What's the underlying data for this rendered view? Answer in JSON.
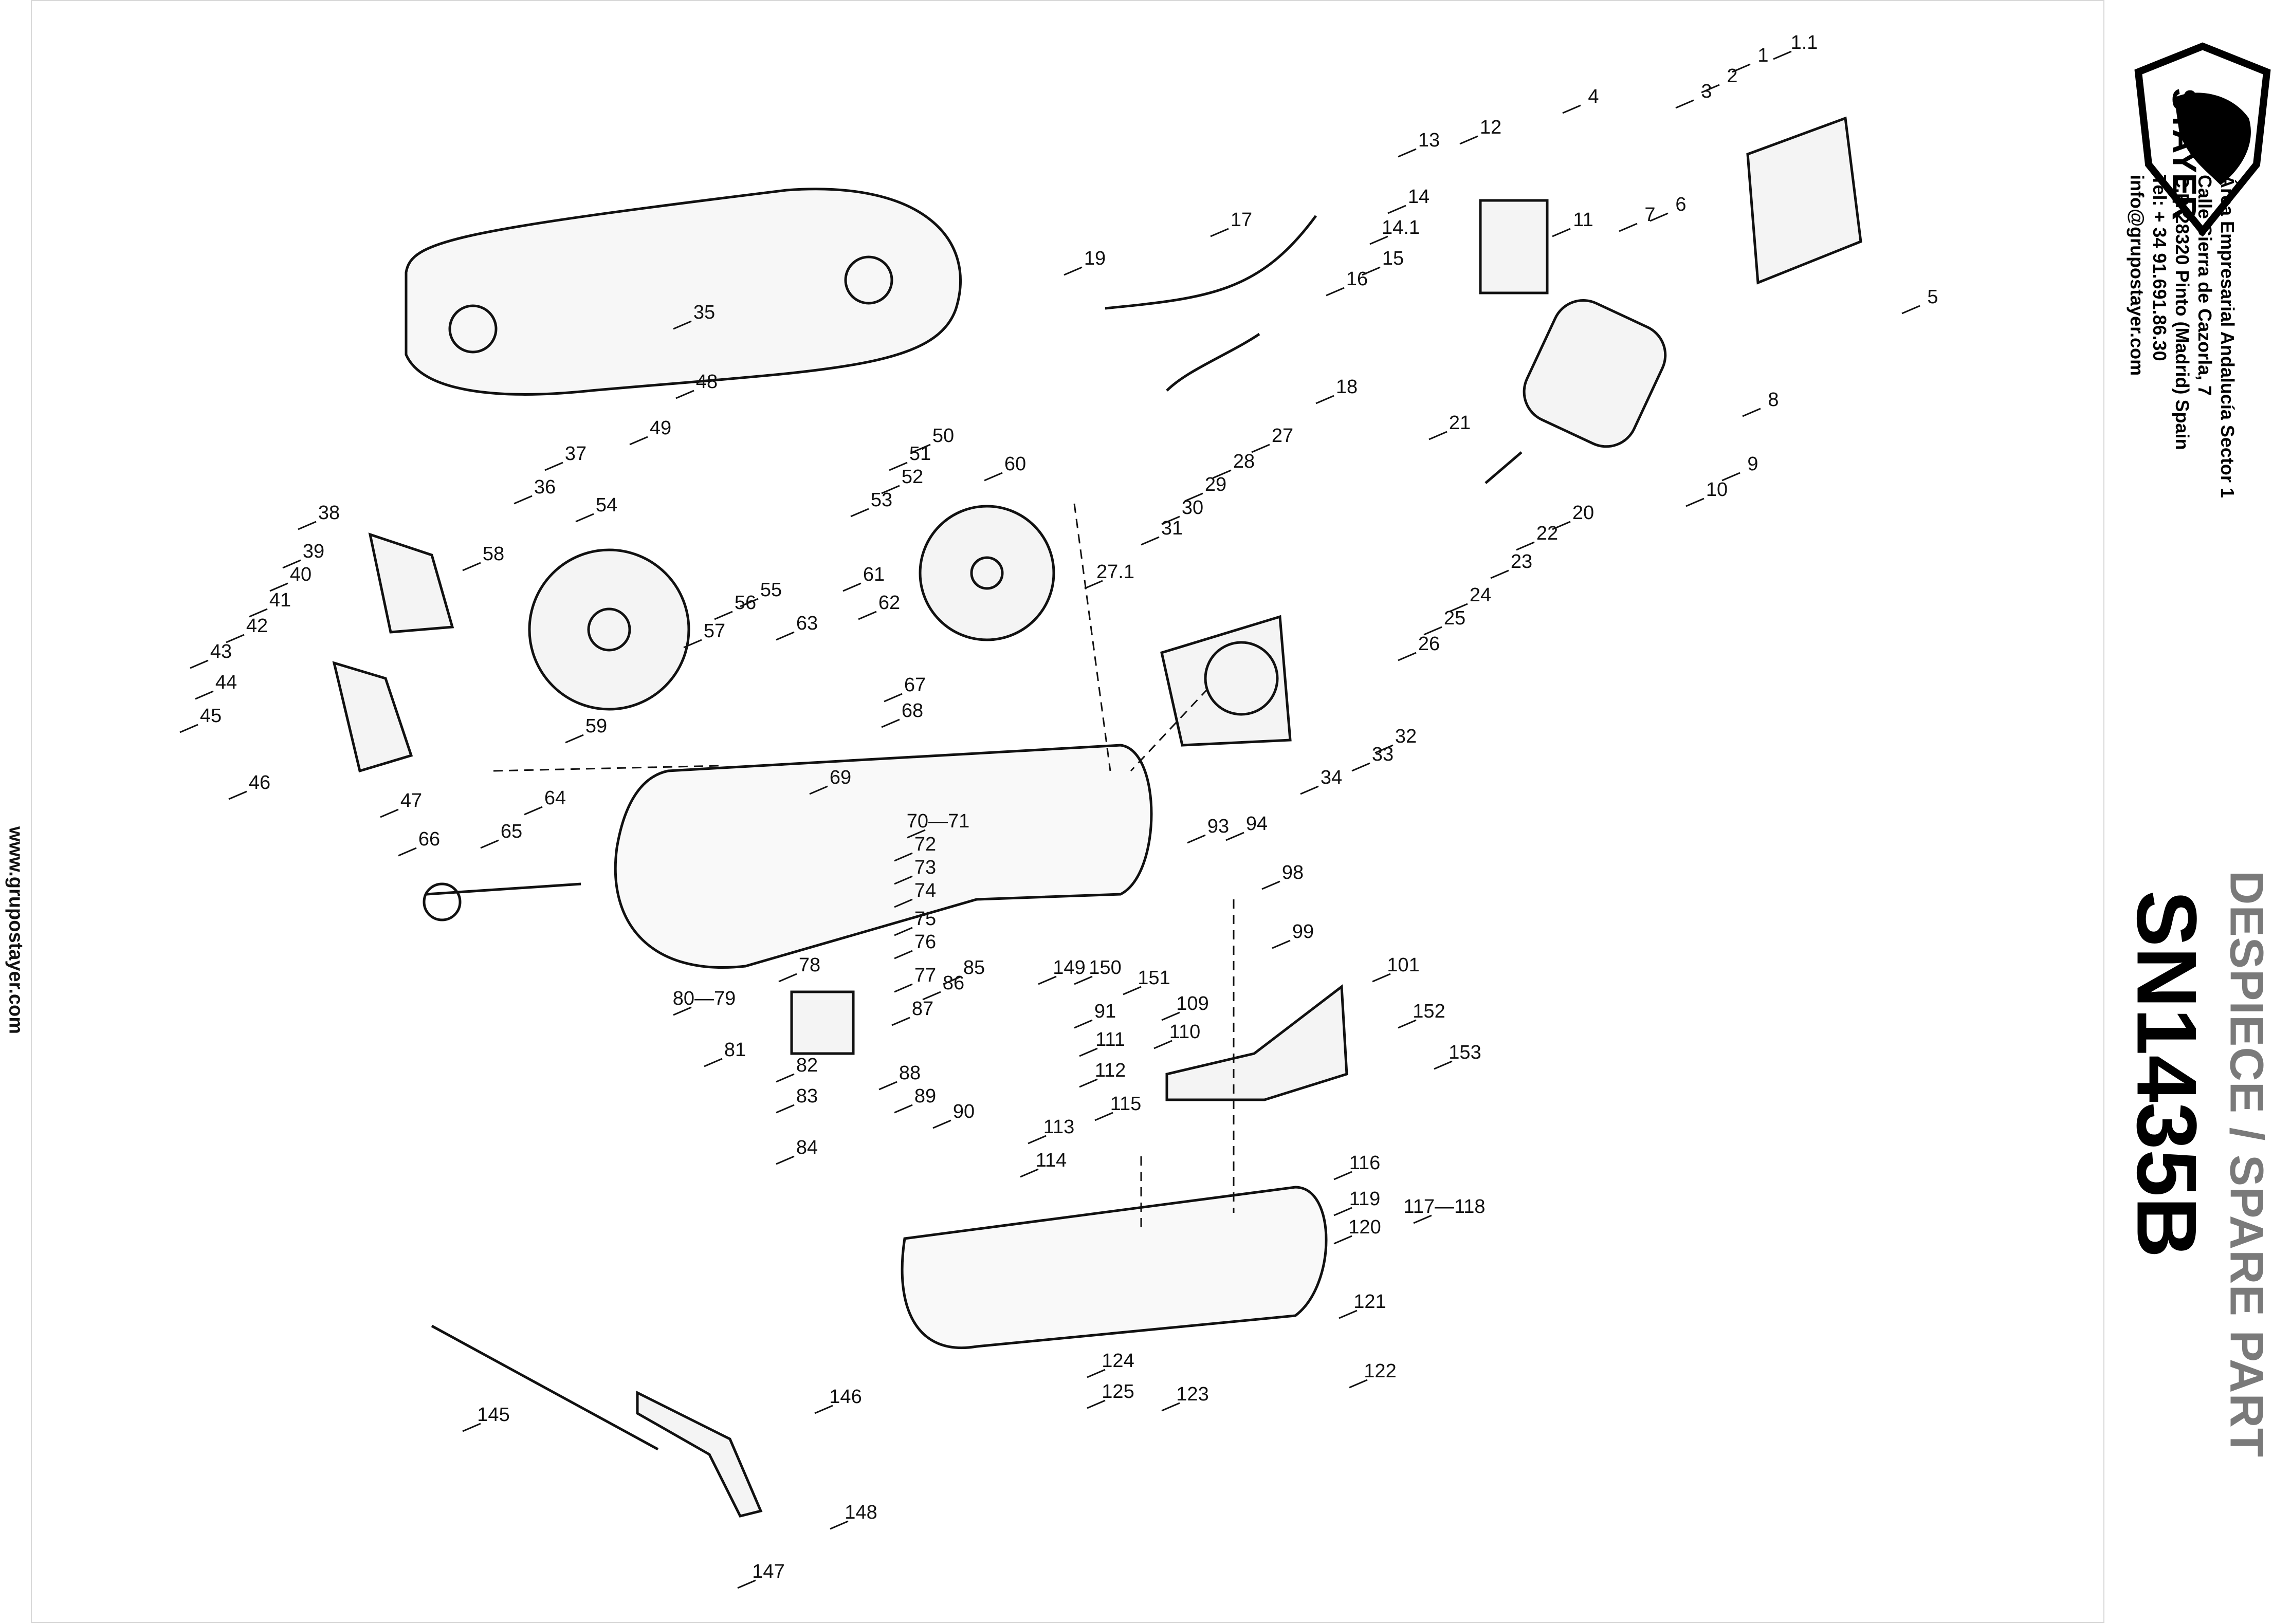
{
  "website": "www.grupostayer.com",
  "brand": {
    "logo_text": "STAYER"
  },
  "address": {
    "lines": [
      "Área Empresarial Andalucía Sector 1",
      "Calle Sierra de Cazorla, 7",
      "C.P. 28320 Pinto (Madrid) Spain",
      "Tel: + 34 91.691.86.30",
      "info@grupostayer.com"
    ]
  },
  "title": {
    "main": "DESPIECE / SPARE PART",
    "model": "SN1435B"
  },
  "part_labels": [
    "1",
    "1.1",
    "2",
    "3",
    "4",
    "5",
    "6",
    "7",
    "8",
    "9",
    "10",
    "11",
    "12",
    "13",
    "14",
    "14.1",
    "15",
    "16",
    "17",
    "18",
    "19",
    "20",
    "21",
    "22",
    "23",
    "24",
    "25",
    "26",
    "27",
    "27.1",
    "28",
    "29",
    "30",
    "31",
    "32",
    "33",
    "34",
    "35",
    "36",
    "37",
    "38",
    "39",
    "40",
    "41",
    "42",
    "43",
    "44",
    "45",
    "46",
    "47",
    "48",
    "49",
    "50",
    "51",
    "52",
    "53",
    "54",
    "55",
    "56",
    "57",
    "58",
    "59",
    "60",
    "61",
    "62",
    "63",
    "64",
    "65",
    "66",
    "67",
    "68",
    "69",
    "70—71",
    "72",
    "73",
    "74",
    "75",
    "76",
    "77",
    "78",
    "80—79",
    "81",
    "82",
    "83",
    "84",
    "85",
    "86",
    "87",
    "88",
    "89",
    "90",
    "91",
    "93",
    "94",
    "98",
    "99",
    "101",
    "109",
    "110",
    "111",
    "112",
    "113",
    "114",
    "115",
    "116",
    "117—118",
    "119",
    "120",
    "121",
    "122",
    "123",
    "124",
    "125",
    "145",
    "146",
    "147",
    "148",
    "149",
    "150",
    "151",
    "152",
    "153"
  ],
  "colors": {
    "ink": "#111111",
    "sidebar_gray": "#d6d6d6",
    "title_gray": "#7a7a7a"
  }
}
